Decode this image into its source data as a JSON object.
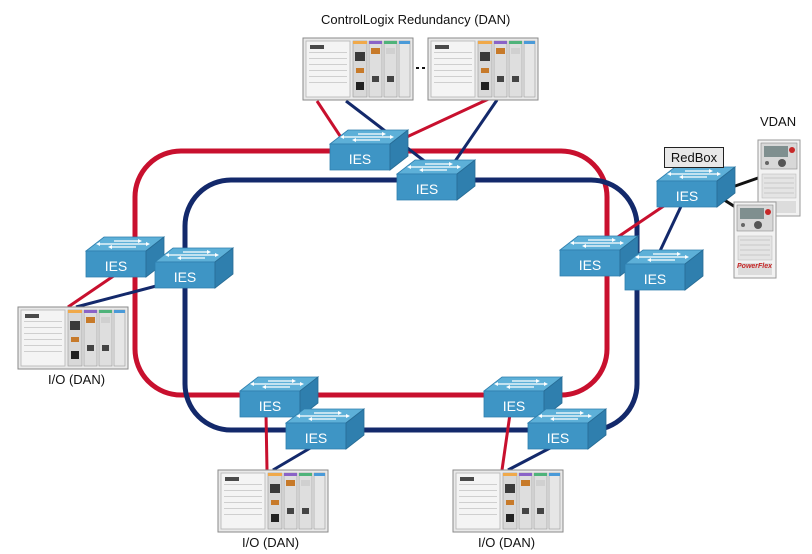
{
  "title": "ControlLogix Redundancy (DAN)",
  "labels": {
    "vdan": "VDAN",
    "redbox": "RedBox",
    "io_left": "I/O (DAN)",
    "io_bottom_left": "I/O (DAN)",
    "io_bottom_right": "I/O (DAN)"
  },
  "switch_label": "IES",
  "drive_brand": "PowerFlex",
  "colors": {
    "ring_red": "#c8102e",
    "ring_blue": "#13296b",
    "switch_top": "#5db0d8",
    "switch_side": "#2f7fae",
    "switch_front": "#3e95c5"
  }
}
